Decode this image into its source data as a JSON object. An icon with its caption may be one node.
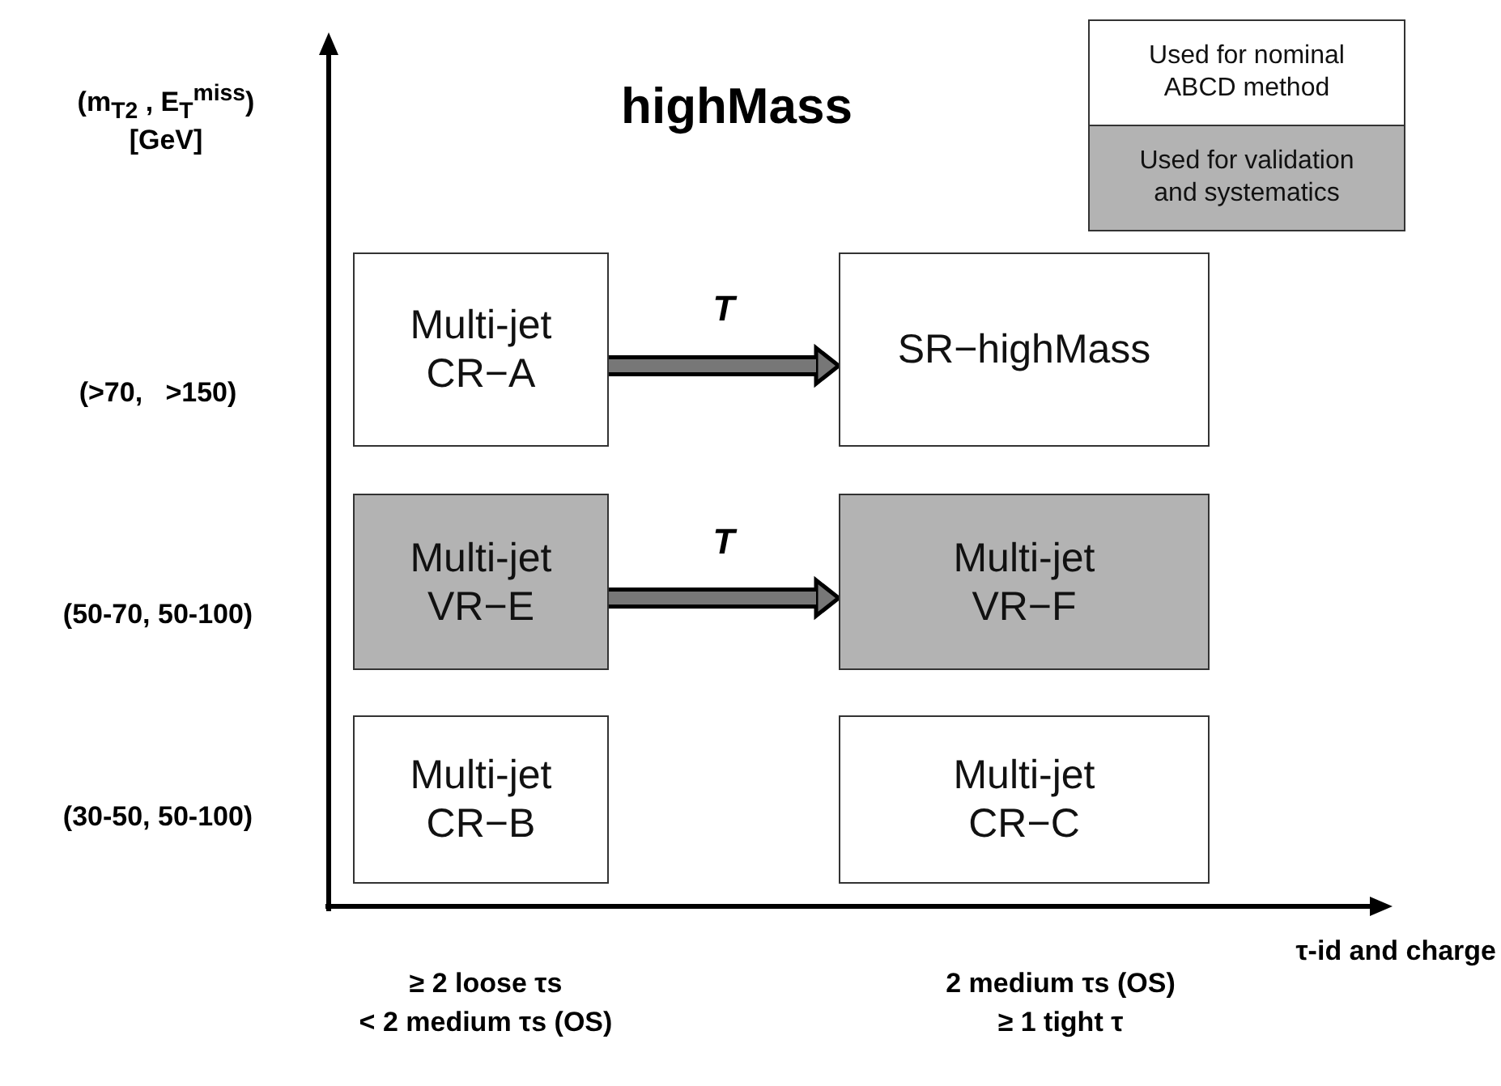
{
  "diagram": {
    "title": "highMass",
    "nodes": [
      {
        "text": [
          "Multi-jet CR−A"
        ]
      },
      {
        "text": [
          "SR−highMass"
        ]
      },
      {
        "text": [
          "Multi-jet VR−E"
        ]
      },
      {
        "text": [
          "Multi-jet VR−F"
        ]
      },
      {
        "text": [
          "Multi-jet CR−B"
        ]
      },
      {
        "text": [
          "Multi-jet CR−C"
        ]
      }
    ],
    "edges": [
      {
        "from": 0,
        "to": 1,
        "arrow": "to",
        "label": "T"
      },
      {
        "from": 2,
        "to": 3,
        "arrow": "to",
        "label": "T"
      }
    ],
    "labels": [
      "(m$_{T2}$ , E$_{T}$$^{miss}$) [GeV]",
      "(>70,   >150)",
      "(50-70, 50-100)",
      "(30-50, 50-100)",
      "τ-id and charge",
      "≥ 2 loose τs",
      "< 2 medium τs (OS)",
      "2 medium τs (OS)",
      "≥ 1 tight τ"
    ],
    "legend": [
      {
        "text": "Used for nominal ABCD method",
        "color": "#ffffff"
      },
      {
        "text": "Used for validation and systematics",
        "color": "#b3b3b3"
      }
    ]
  }
}
